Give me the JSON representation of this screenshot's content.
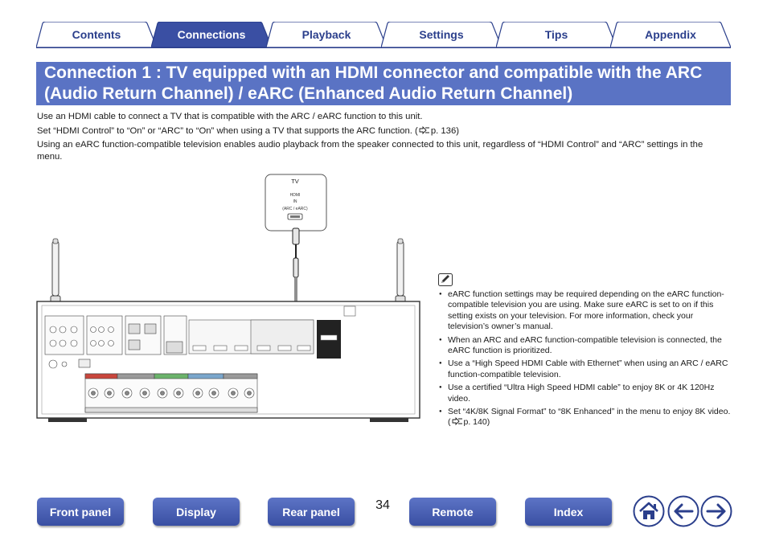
{
  "tabs": [
    {
      "label": "Contents",
      "active": false
    },
    {
      "label": "Connections",
      "active": true
    },
    {
      "label": "Playback",
      "active": false
    },
    {
      "label": "Settings",
      "active": false
    },
    {
      "label": "Tips",
      "active": false
    },
    {
      "label": "Appendix",
      "active": false
    }
  ],
  "title": {
    "line1": "Connection 1 : TV equipped with an HDMI connector and compatible with the ARC",
    "line2": "(Audio Return Channel) / eARC (Enhanced Audio Return Channel)"
  },
  "intro": {
    "p1": "Use an HDMI cable to connect a TV that is compatible with the ARC / eARC function to this unit.",
    "p2_text": "Set “HDMI Control” to “On” or “ARC” to “On” when using a TV that supports the ARC function.  (",
    "p2_ref": "p. 136)",
    "p3": "Using an eARC function-compatible television enables audio playback from the speaker connected to this unit, regardless of “HDMI Control” and “ARC” settings in the menu."
  },
  "diagram": {
    "tv_label": "TV",
    "tv_port_line1": "HDMI",
    "tv_port_line2": "IN",
    "tv_port_line3": "(ARC / eARC)"
  },
  "notes": [
    {
      "text": "eARC function settings may be required depending on the eARC function-compatible television you are using. Make sure eARC is set to on if this setting exists on your television. For more information, check your television’s owner’s manual."
    },
    {
      "text": "When an ARC and eARC function-compatible television is connected, the eARC function is prioritized."
    },
    {
      "text": "Use a “High Speed HDMI Cable with Ethernet” when using an ARC / eARC function-compatible television."
    },
    {
      "text": "Use a certified “Ultra High Speed HDMI cable” to enjoy 8K or 4K 120Hz video."
    },
    {
      "text": "Set “4K/8K Signal Format” to “8K Enhanced” in the menu to enjoy 8K video.  (",
      "ref": "p. 140)"
    }
  ],
  "footer": {
    "front_panel": "Front panel",
    "display": "Display",
    "rear_panel": "Rear panel",
    "page_number": "34",
    "remote": "Remote",
    "index": "Index"
  },
  "colors": {
    "accent": "#2b3f8c",
    "banner": "#5a73c4",
    "nav_button": "#4a60b5"
  }
}
